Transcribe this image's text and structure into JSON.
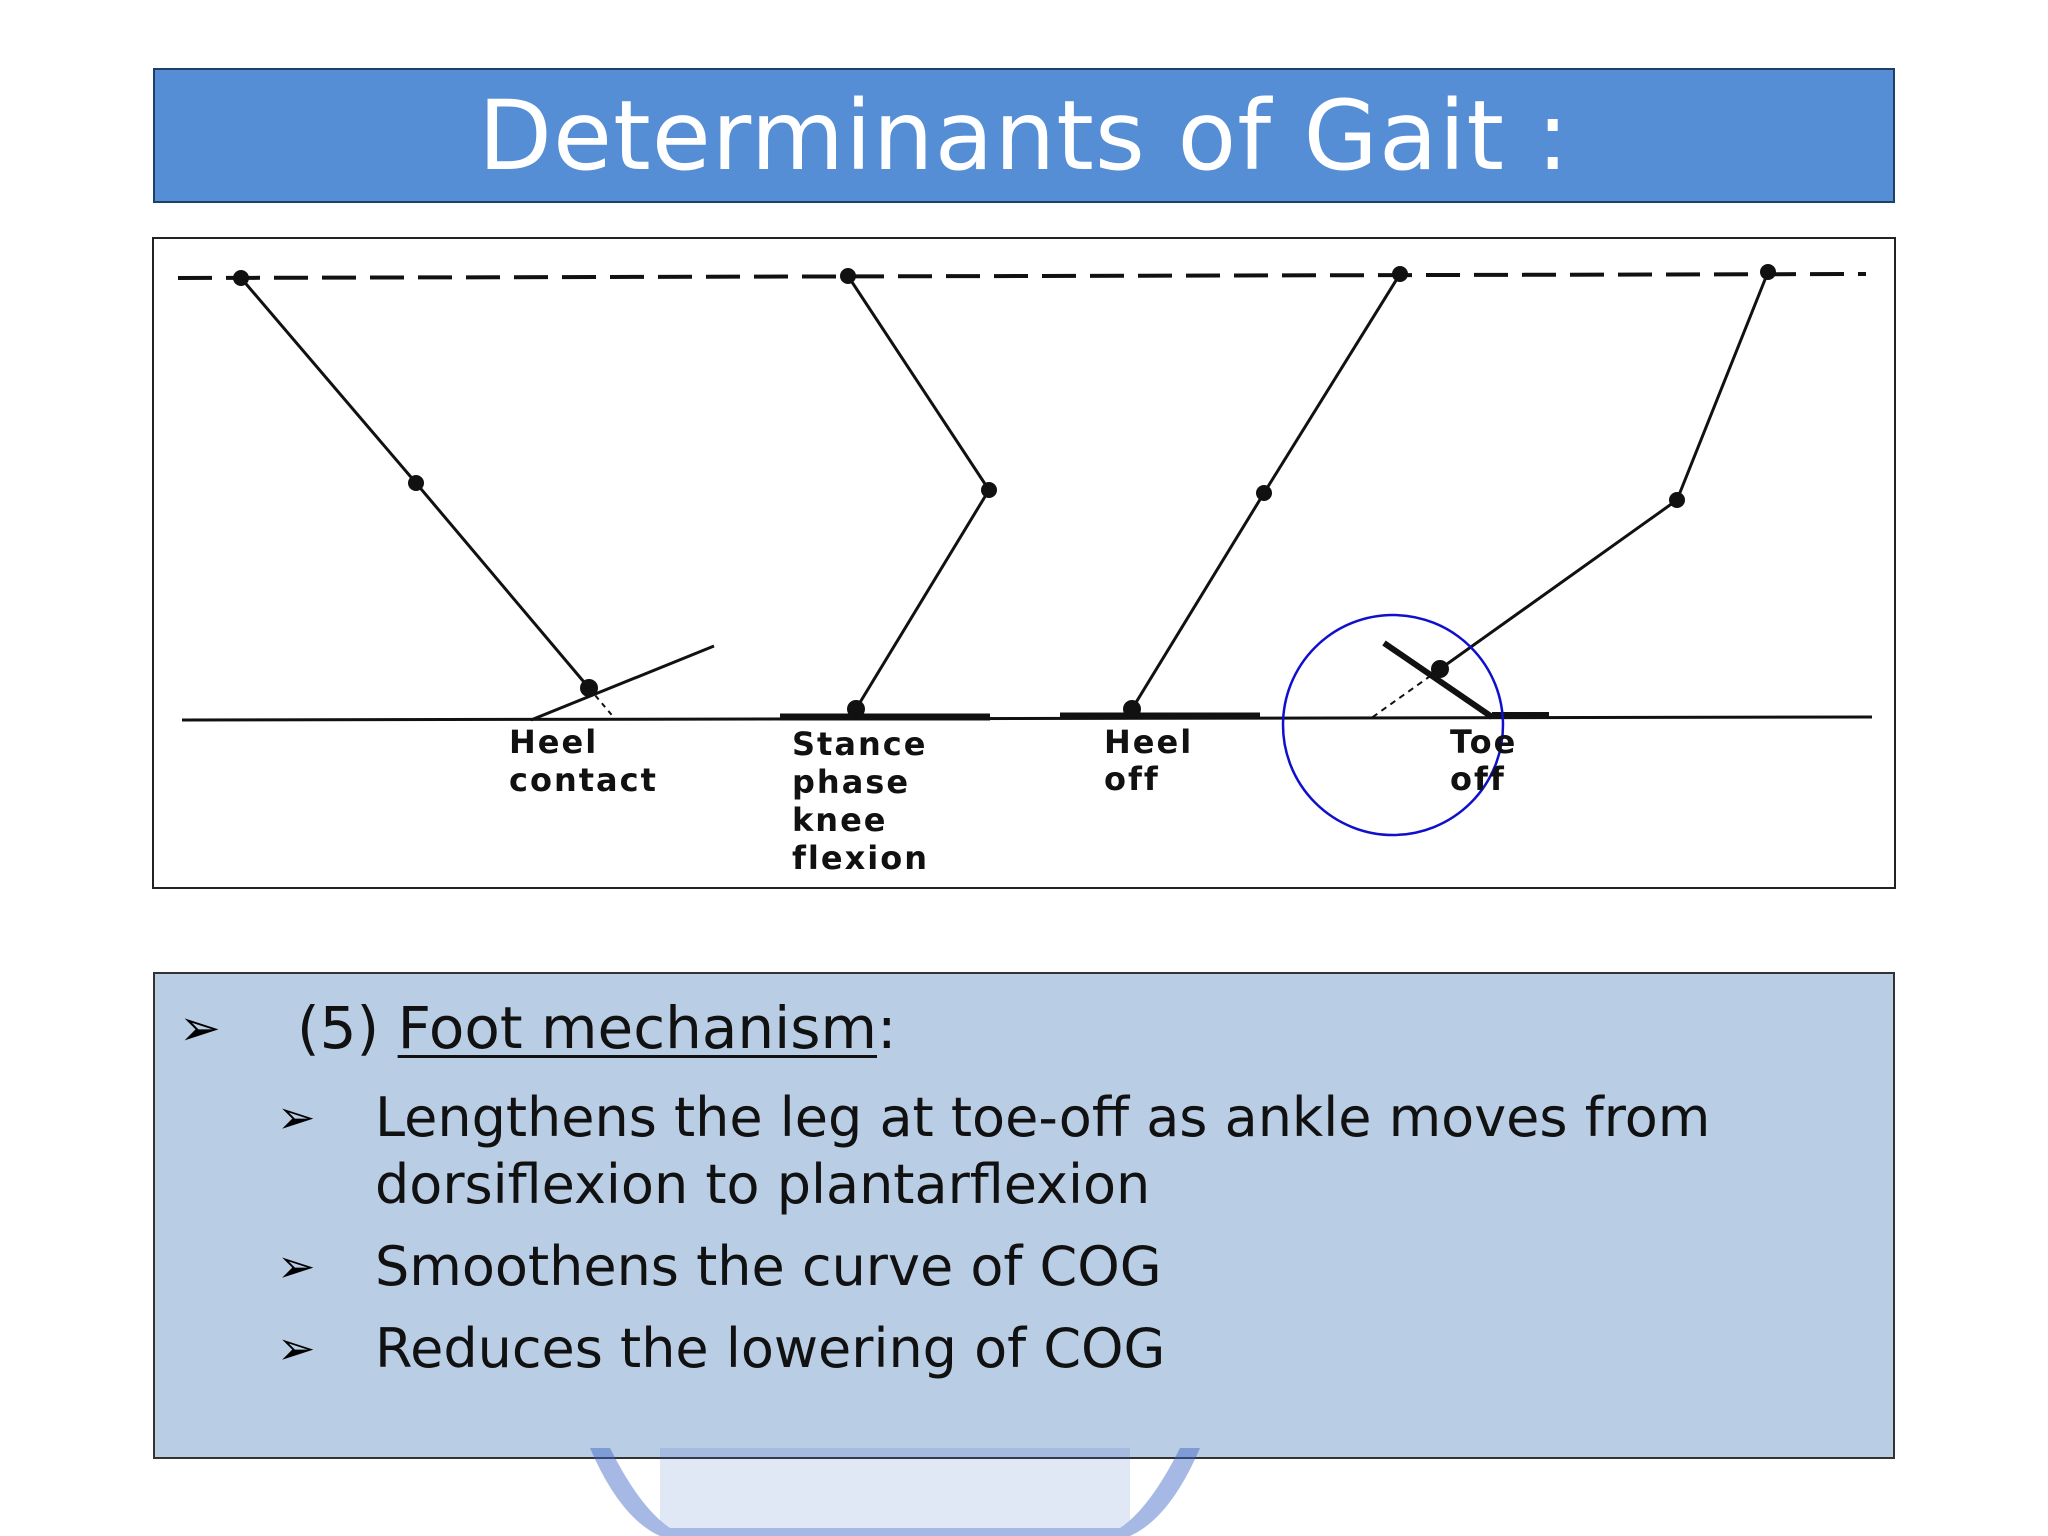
{
  "slide": {
    "title": "Determinants of Gait :"
  },
  "diagram": {
    "labels": [
      {
        "lines": [
          "Heel",
          "contact"
        ]
      },
      {
        "lines": [
          "Stance",
          "phase",
          "knee",
          "flexion"
        ]
      },
      {
        "lines": [
          "Heel",
          "off"
        ]
      },
      {
        "lines": [
          "Toe",
          "off"
        ]
      }
    ],
    "highlight_color": "#1010cc"
  },
  "bullets": {
    "bullet_icon": "arrow-bullet-icon",
    "main": {
      "number": "(5)",
      "term": "Foot mechanism",
      "colon": ":"
    },
    "items": [
      "Lengthens the leg at toe-off as ankle moves from dorsiflexion to plantarflexion",
      "Smoothens the curve of COG",
      "Reduces the lowering of COG"
    ]
  },
  "colors": {
    "title_bar": "#558ed5",
    "bullet_box": "#b9cde5",
    "watermark": "#3b63c4"
  }
}
